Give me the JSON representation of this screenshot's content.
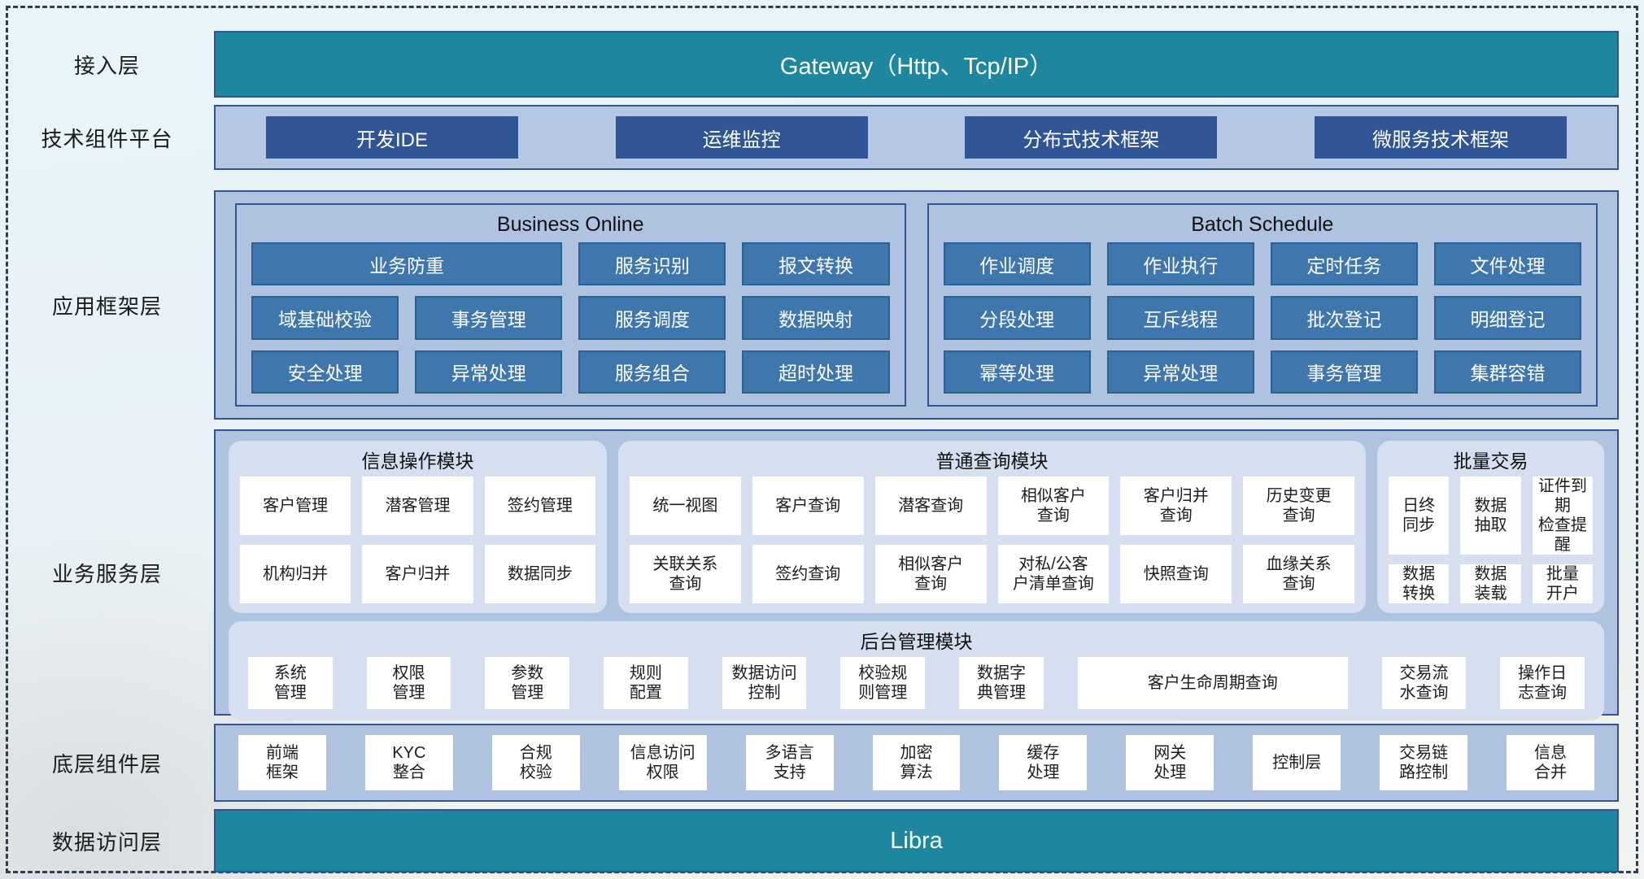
{
  "colors": {
    "teal_bar": "#1d87a0",
    "dark_button_blue": "#2f5597",
    "panel_light_blue": "#afc3e1",
    "steel_box_blue": "#3f76ad",
    "module_lavender": "#d6dff0",
    "white_box": "#ffffff",
    "dashed_border": "#2a3f52"
  },
  "layers": {
    "access": {
      "label": "接入层",
      "gateway": "Gateway（Http、Tcp/IP）"
    },
    "tech": {
      "label": "技术组件平台",
      "items": [
        "开发IDE",
        "运维监控",
        "分布式技术框架",
        "微服务技术框架"
      ]
    },
    "app": {
      "label": "应用框架层",
      "business_online": {
        "title": "Business Online",
        "boxes": [
          "业务防重",
          "服务识别",
          "报文转换",
          "域基础校验",
          "事务管理",
          "服务调度",
          "数据映射",
          "安全处理",
          "异常处理",
          "服务组合",
          "超时处理"
        ]
      },
      "batch_schedule": {
        "title": "Batch Schedule",
        "boxes": [
          "作业调度",
          "作业执行",
          "定时任务",
          "文件处理",
          "分段处理",
          "互斥线程",
          "批次登记",
          "明细登记",
          "幂等处理",
          "异常处理",
          "事务管理",
          "集群容错"
        ]
      }
    },
    "service": {
      "label": "业务服务层",
      "info": {
        "title": "信息操作模块",
        "boxes": [
          "客户管理",
          "潜客管理",
          "签约管理",
          "机构归并",
          "客户归并",
          "数据同步"
        ]
      },
      "query": {
        "title": "普通查询模块",
        "boxes": [
          "统一视图",
          "客户查询",
          "潜客查询",
          "相似客户\n查询",
          "客户归并\n查询",
          "历史变更\n查询",
          "关联关系\n查询",
          "签约查询",
          "相似客户\n查询",
          "对私/公客\n户清单查询",
          "快照查询",
          "血缘关系\n查询"
        ]
      },
      "batch": {
        "title": "批量交易",
        "boxes": [
          "日终\n同步",
          "数据\n抽取",
          "证件到期\n检查提醒",
          "数据\n转换",
          "数据\n装载",
          "批量\n开户"
        ]
      },
      "admin": {
        "title": "后台管理模块",
        "boxes": [
          "系统\n管理",
          "权限\n管理",
          "参数\n管理",
          "规则\n配置",
          "数据访问\n控制",
          "校验规\n则管理",
          "数据字\n典管理",
          "客户生命周期查询",
          "交易流\n水查询",
          "操作日\n志查询"
        ]
      }
    },
    "base": {
      "label": "底层组件层",
      "boxes": [
        "前端\n框架",
        "KYC\n整合",
        "合规\n校验",
        "信息访问\n权限",
        "多语言\n支持",
        "加密\n算法",
        "缓存\n处理",
        "网关\n处理",
        "控制层",
        "交易链\n路控制",
        "信息\n合并"
      ]
    },
    "data_access": {
      "label": "数据访问层",
      "bar": "Libra"
    }
  }
}
